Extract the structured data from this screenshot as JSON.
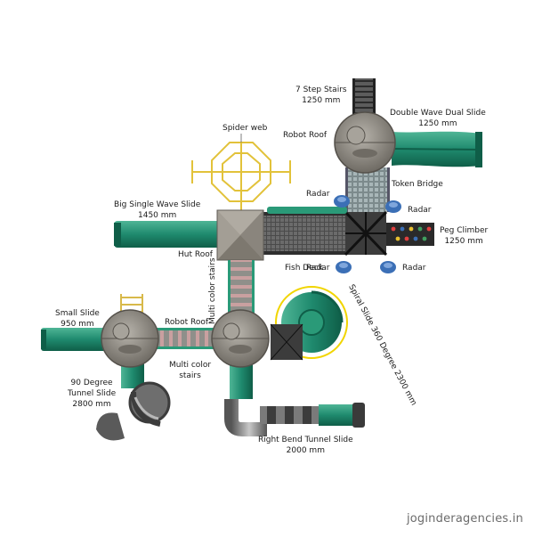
{
  "labels": {
    "seven_step_stairs": {
      "name": "7 Step Stairs",
      "size": "1250 mm"
    },
    "double_wave_dual_slide": {
      "name": "Double Wave Dual Slide",
      "size": "1250 mm"
    },
    "robot_roof_top": "Robot Roof",
    "spider_web": "Spider web",
    "token_bridge": "Token Bridge",
    "radar_1": "Radar",
    "radar_2": "Radar",
    "radar_3": "Radar",
    "radar_4": "Radar",
    "big_single_wave_slide": {
      "name": "Big Single Wave Slide",
      "size": "1450 mm"
    },
    "peg_climber": {
      "name": "Peg Climber",
      "size": "1250 mm"
    },
    "hut_roof": "Hut Roof",
    "fish_deck": "Fish Deck",
    "multi_color_stairs_vertical": "Multi color stairs",
    "spiral_slide": "Spiral Slide 360 Degree 2300 mm",
    "small_slide": {
      "name": "Small Slide",
      "size": "950 mm"
    },
    "robot_roof_mid": "Robot Roof",
    "multi_color_stairs": {
      "line1": "Multi color",
      "line2": "stairs"
    },
    "ninety_degree_tunnel_slide": {
      "line1": "90 Degree",
      "line2": "Tunnel Slide",
      "size": "2800 mm"
    },
    "right_bend_tunnel_slide": {
      "name": "Right Bend Tunnel Slide",
      "size": "2000 mm"
    }
  },
  "watermark": "joginderagencies.in",
  "colors": {
    "slide_green": "#1f8a6e",
    "slide_green_dark": "#146a52",
    "roof_grey": "#8e8a82",
    "deck_dark": "#3a3a3a",
    "stair_pink": "#c9a0a0",
    "web_yellow": "#e2c23a",
    "radar_blue": "#3b6fb6",
    "spiral_outline": "#f1d500"
  }
}
